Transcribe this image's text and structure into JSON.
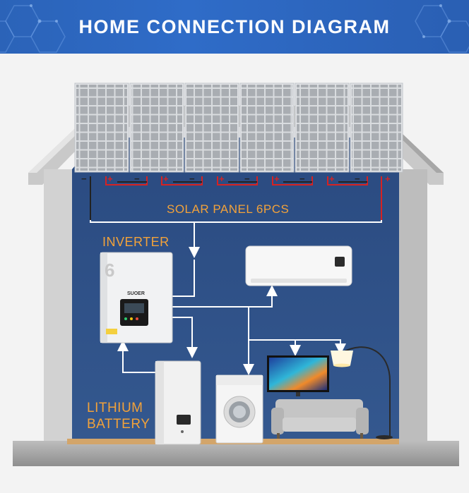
{
  "banner": {
    "title": "HOME CONNECTION DIAGRAM"
  },
  "labels": {
    "solar": "SOLAR PANEL 6PCS",
    "inverter": "INVERTER",
    "battery_line1": "LITHIUM",
    "battery_line2": "BATTERY"
  },
  "inverter": {
    "number": "6",
    "brand": "SUOER"
  },
  "panels": {
    "count": 6,
    "plus": "+",
    "minus": "−"
  },
  "colors": {
    "banner": "#2f6cc8",
    "wall": "#2e4f86",
    "label": "#f2a23a",
    "positive_wire": "#d62222",
    "negative_wire": "#222222",
    "flow_arrow": "#ffffff"
  }
}
